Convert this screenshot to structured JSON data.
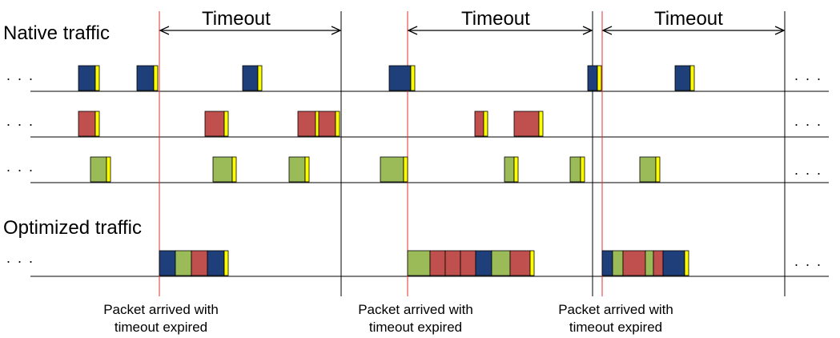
{
  "labels": {
    "native_traffic": "Native traffic",
    "optimized_traffic": "Optimized traffic",
    "timeout": "Timeout",
    "ellipsis": ". . .",
    "caption_line1": "Packet arrived with",
    "caption_line2": "timeout expired"
  },
  "colors": {
    "blue": "#1f3f7a",
    "red": "#c0504d",
    "green": "#9bbb59",
    "yellow": "#ffff00",
    "marker_red": "#e03030",
    "line": "#000000"
  }
}
